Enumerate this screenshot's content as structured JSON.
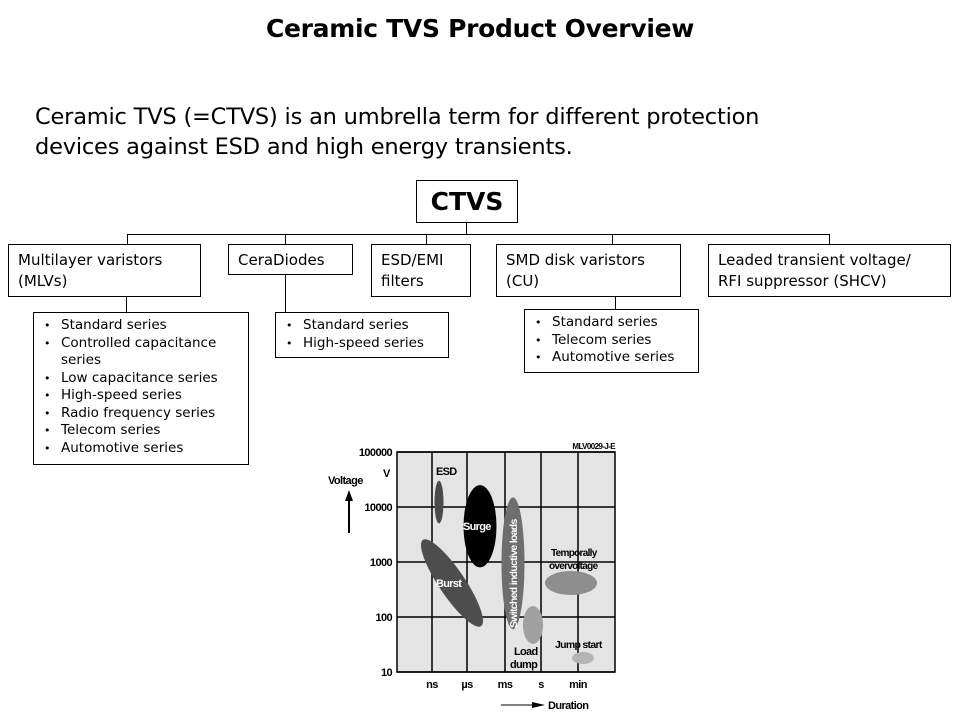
{
  "slide": {
    "title": "Ceramic TVS Product Overview",
    "intro_line1": "Ceramic TVS (=CTVS) is an umbrella term for different protection",
    "intro_line2": "devices against ESD and high energy transients."
  },
  "tree": {
    "root": "CTVS",
    "categories": [
      {
        "line1": "Multilayer varistors",
        "line2": "(MLVs)",
        "series": [
          "Standard series",
          "Controlled capacitance series",
          "Low capacitance series",
          "High-speed series",
          "Radio frequency series",
          "Telecom series",
          "Automotive series"
        ]
      },
      {
        "line1": "CeraDiodes",
        "line2": "",
        "series": [
          "Standard series",
          "High-speed series"
        ]
      },
      {
        "line1": "ESD/EMI",
        "line2": "filters",
        "series": []
      },
      {
        "line1": "SMD disk varistors",
        "line2": "(CU)",
        "series": [
          "Standard series",
          "Telecom series",
          "Automotive series"
        ]
      },
      {
        "line1": "Leaded transient voltage/",
        "line2": "RFI suppressor (SHCV)",
        "series": []
      }
    ]
  },
  "chart_data": {
    "type": "scatter",
    "title": "",
    "code_label": "MLV0029-J-E",
    "xlabel": "Duration",
    "ylabel": "Voltage",
    "yunit": "V",
    "yscale": "log",
    "ylim": [
      10,
      100000
    ],
    "yticks": [
      100000,
      10000,
      1000,
      100,
      10
    ],
    "ytick_labels": [
      "100000",
      "10000",
      "1000",
      "100",
      "10"
    ],
    "xticks": [
      "ns",
      "µs",
      "ms",
      "s",
      "min"
    ],
    "grid": true,
    "regions": [
      {
        "name": "ESD",
        "label": "ESD",
        "duration_range": [
          "ns",
          "ns"
        ],
        "voltage_range": [
          5000,
          30000
        ],
        "color": "#4a4a4a",
        "label_color": "#000000"
      },
      {
        "name": "Surge",
        "label": "Surge",
        "duration_range": [
          "µs",
          "µs"
        ],
        "voltage_range": [
          800,
          25000
        ],
        "color": "#000000",
        "label_color": "#ffffff"
      },
      {
        "name": "Burst",
        "label": "Burst",
        "duration_range": [
          "ns",
          "µs"
        ],
        "voltage_range": [
          100,
          1500
        ],
        "color": "#4d4d4d",
        "label_color": "#ffffff"
      },
      {
        "name": "Switched inductive loads",
        "label": "Switched inductive loads",
        "duration_range": [
          "ms",
          "ms"
        ],
        "voltage_range": [
          60,
          15000
        ],
        "color": "#6e6e6e",
        "label_color": "#ffffff"
      },
      {
        "name": "Load dump",
        "label_line1": "Load",
        "label_line2": "dump",
        "duration_range": [
          "ms",
          "s"
        ],
        "voltage_range": [
          35,
          150
        ],
        "color": "#a0a0a0",
        "label_color": "#000000"
      },
      {
        "name": "Temporally overvoltage",
        "label_line1": "Temporally",
        "label_line2": "overvoltage",
        "duration_range": [
          "s",
          "min"
        ],
        "voltage_range": [
          280,
          600
        ],
        "color": "#8e8e8e",
        "label_color": "#000000"
      },
      {
        "name": "Jump start",
        "label": "Jump start",
        "duration_range": [
          "min",
          "min"
        ],
        "voltage_range": [
          15,
          25
        ],
        "color": "#b4b4b4",
        "label_color": "#000000"
      }
    ]
  },
  "colors": {
    "plot_background": "#e4e4e4",
    "grid": "#000000"
  }
}
